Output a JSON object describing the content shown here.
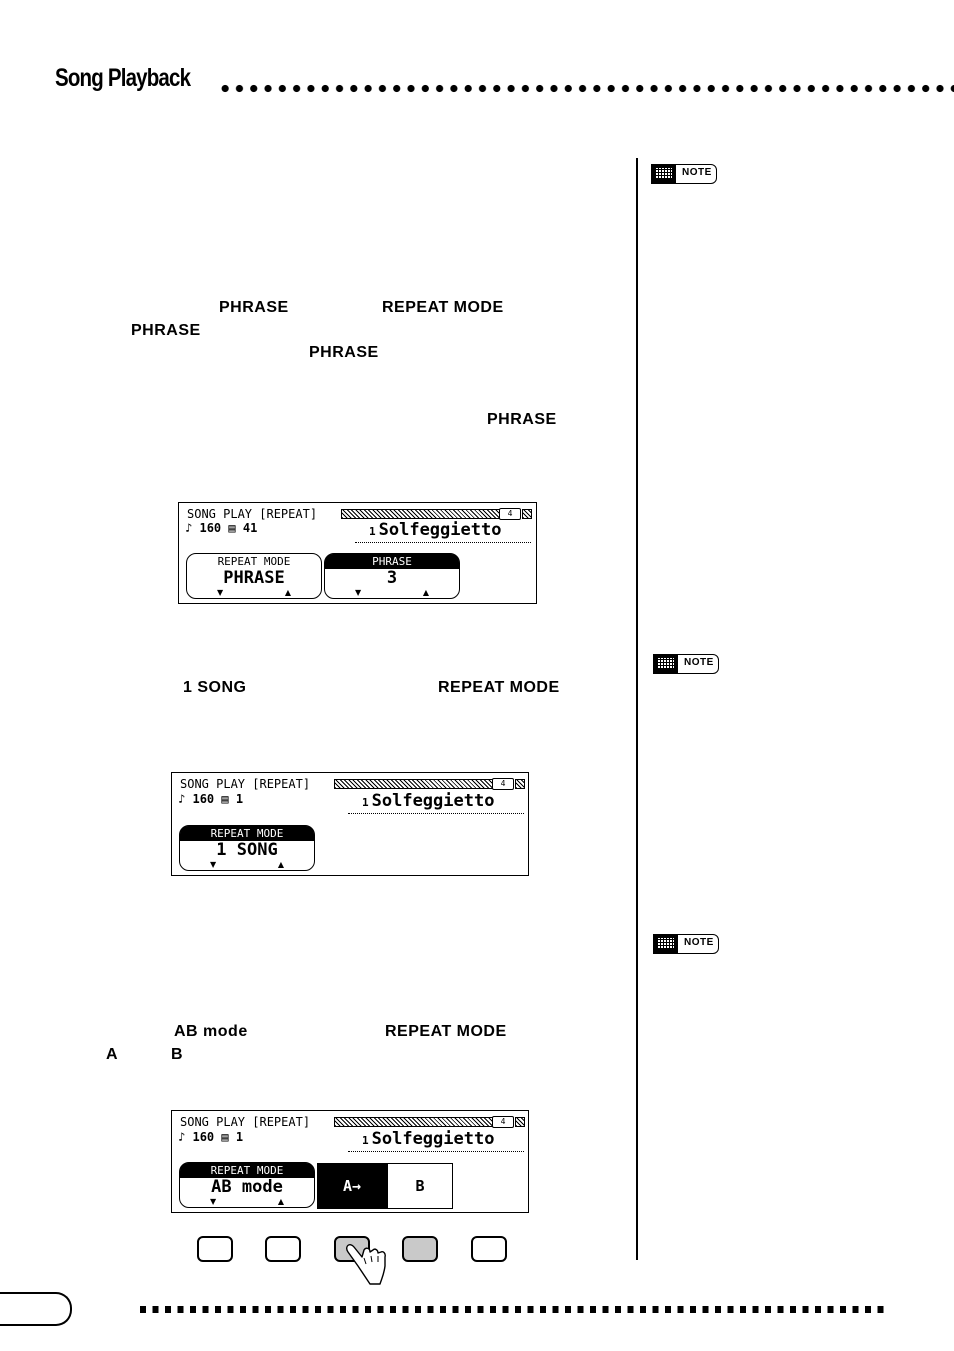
{
  "header": {
    "title": "Song Playback"
  },
  "notes": {
    "label": "NOTE"
  },
  "phrase_section": {
    "kw_phrase_1": "PHRASE",
    "kw_repeat_mode": "REPEAT MODE",
    "kw_phrase_2": "PHRASE",
    "kw_phrase_3": "PHRASE",
    "kw_phrase_4": "PHRASE"
  },
  "lcd_phrase": {
    "header": "SONG PLAY [REPEAT]",
    "page": "4",
    "tempo": "160",
    "measure": "41",
    "song_number": "1",
    "song_name": "Solfeggietto",
    "box1_label": "REPEAT MODE",
    "box1_value": "PHRASE",
    "box2_label": "PHRASE",
    "box2_value": "3"
  },
  "song_section": {
    "kw_1song": "1 SONG",
    "kw_repeat_mode": "REPEAT MODE"
  },
  "lcd_song": {
    "header": "SONG PLAY [REPEAT]",
    "page": "4",
    "tempo": "160",
    "measure": "1",
    "song_number": "1",
    "song_name": "Solfeggietto",
    "box1_label": "REPEAT MODE",
    "box1_value": "1 SONG"
  },
  "ab_section": {
    "kw_ab": "AB mode",
    "kw_repeat_mode": "REPEAT MODE",
    "kw_a": "A",
    "kw_b": "B"
  },
  "lcd_ab": {
    "header": "SONG PLAY [REPEAT]",
    "page": "4",
    "tempo": "160",
    "measure": "1",
    "song_number": "1",
    "song_name": "Solfeggietto",
    "box1_label": "REPEAT MODE",
    "box1_value": "AB mode",
    "cell_a": "A→",
    "cell_b": "B"
  },
  "hardware_buttons": {
    "count": 5,
    "lit": [
      3,
      4
    ],
    "pressed": 3
  }
}
